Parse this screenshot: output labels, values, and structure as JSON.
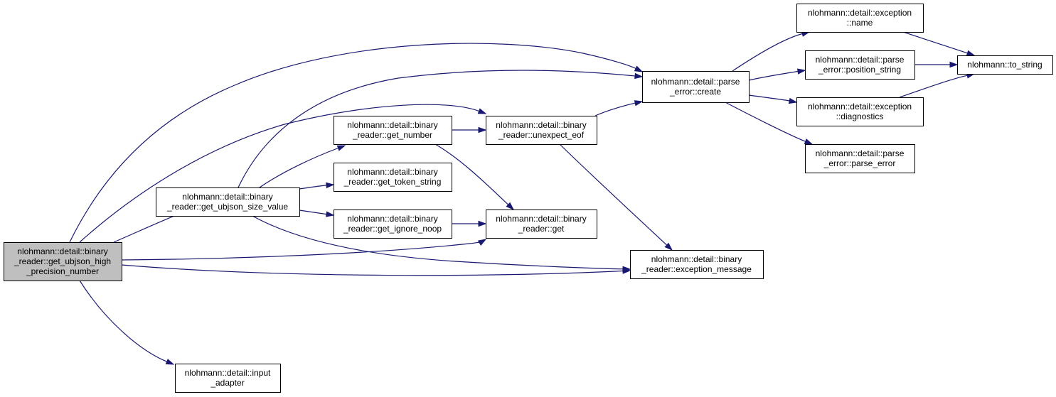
{
  "colors": {
    "edge": "#191970",
    "root_fill": "#bfbfbf",
    "node_fill": "#ffffff",
    "node_stroke": "#000000"
  },
  "nodes": {
    "root": {
      "lines": [
        "nlohmann::detail::binary",
        "_reader::get_ubjson_high",
        "_precision_number"
      ]
    },
    "size_value": {
      "lines": [
        "nlohmann::detail::binary",
        "_reader::get_ubjson_size_value"
      ]
    },
    "input_adapter": {
      "lines": [
        "nlohmann::detail::input",
        "_adapter"
      ]
    },
    "get_number": {
      "lines": [
        "nlohmann::detail::binary",
        "_reader::get_number"
      ]
    },
    "get_token_string": {
      "lines": [
        "nlohmann::detail::binary",
        "_reader::get_token_string"
      ]
    },
    "get_ignore_noop": {
      "lines": [
        "nlohmann::detail::binary",
        "_reader::get_ignore_noop"
      ]
    },
    "unexpect_eof": {
      "lines": [
        "nlohmann::detail::binary",
        "_reader::unexpect_eof"
      ]
    },
    "get": {
      "lines": [
        "nlohmann::detail::binary",
        "_reader::get"
      ]
    },
    "parse_error_create": {
      "lines": [
        "nlohmann::detail::parse",
        "_error::create"
      ]
    },
    "exception_message": {
      "lines": [
        "nlohmann::detail::binary",
        "_reader::exception_message"
      ]
    },
    "exception_name": {
      "lines": [
        "nlohmann::detail::exception",
        "::name"
      ]
    },
    "position_string": {
      "lines": [
        "nlohmann::detail::parse",
        "_error::position_string"
      ]
    },
    "diagnostics": {
      "lines": [
        "nlohmann::detail::exception",
        "::diagnostics"
      ]
    },
    "parse_error_ctor": {
      "lines": [
        "nlohmann::detail::parse",
        "_error::parse_error"
      ]
    },
    "to_string": {
      "lines": [
        "nlohmann::to_string"
      ]
    }
  },
  "edges": [
    [
      "root",
      "size_value"
    ],
    [
      "root",
      "input_adapter"
    ],
    [
      "root",
      "parse_error_create"
    ],
    [
      "root",
      "unexpect_eof"
    ],
    [
      "root",
      "get"
    ],
    [
      "root",
      "exception_message"
    ],
    [
      "size_value",
      "get_number"
    ],
    [
      "size_value",
      "get_token_string"
    ],
    [
      "size_value",
      "get_ignore_noop"
    ],
    [
      "size_value",
      "parse_error_create"
    ],
    [
      "size_value",
      "exception_message"
    ],
    [
      "get_number",
      "unexpect_eof"
    ],
    [
      "get_number",
      "get"
    ],
    [
      "get_ignore_noop",
      "get"
    ],
    [
      "unexpect_eof",
      "parse_error_create"
    ],
    [
      "unexpect_eof",
      "exception_message"
    ],
    [
      "parse_error_create",
      "exception_name"
    ],
    [
      "parse_error_create",
      "position_string"
    ],
    [
      "parse_error_create",
      "diagnostics"
    ],
    [
      "parse_error_create",
      "parse_error_ctor"
    ],
    [
      "exception_name",
      "to_string"
    ],
    [
      "position_string",
      "to_string"
    ],
    [
      "diagnostics",
      "to_string"
    ]
  ]
}
